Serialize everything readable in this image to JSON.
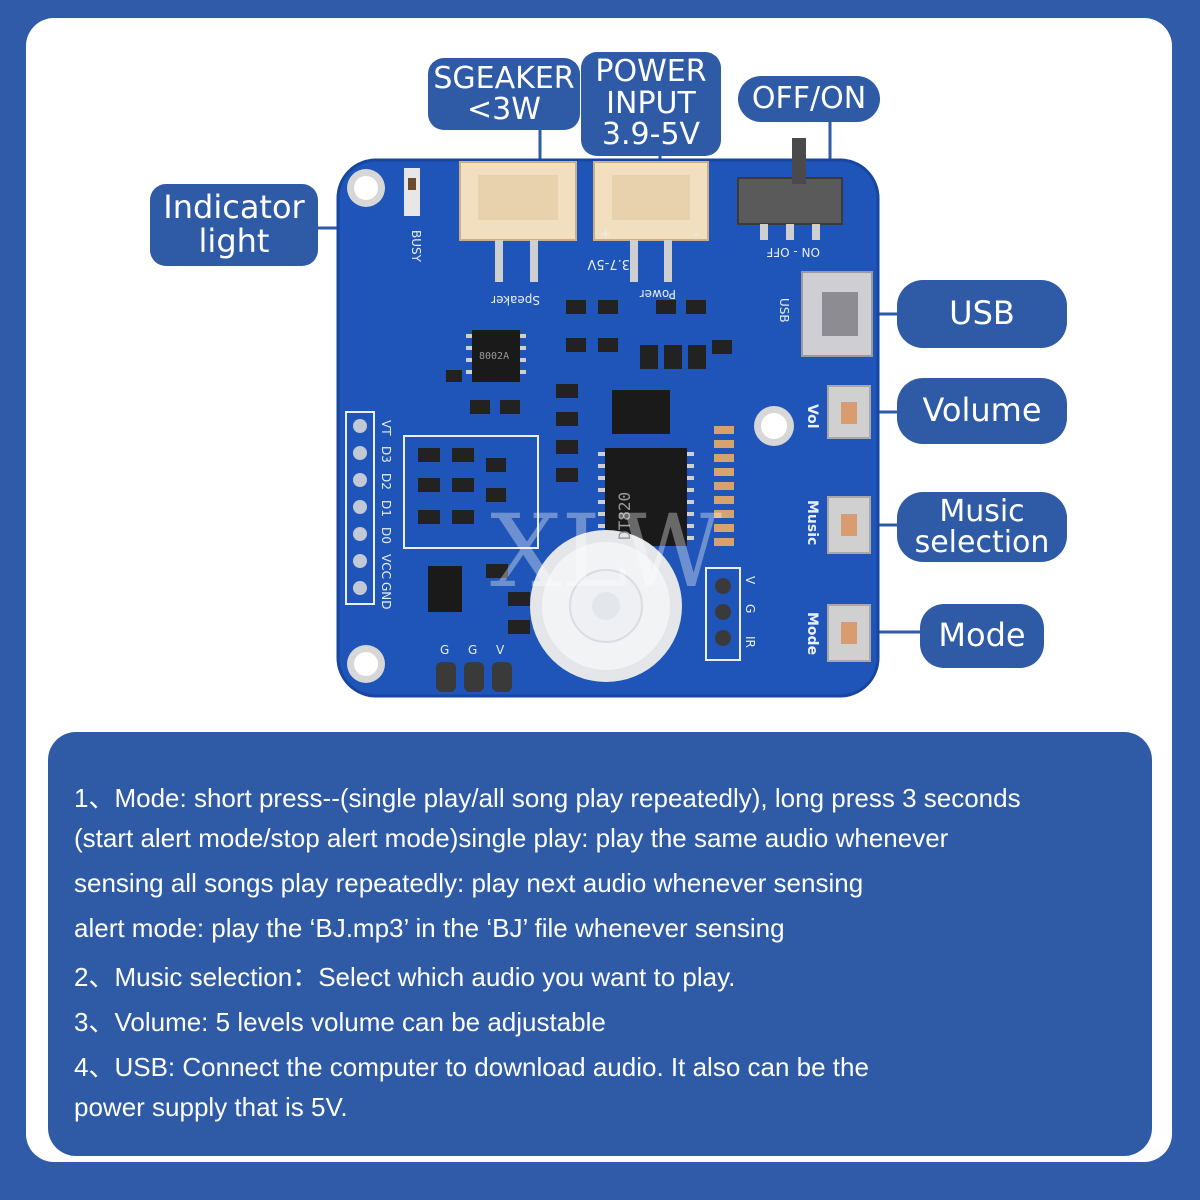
{
  "callouts": {
    "speaker": [
      "SGEAKER",
      "<3W"
    ],
    "power": [
      "POWER",
      "INPUT",
      "3.9-5V"
    ],
    "switch": "OFF/ON",
    "indicator": [
      "Indicator",
      "light"
    ],
    "usb": "USB",
    "volume": "Volume",
    "music": [
      "Music",
      "selection"
    ],
    "mode": "Mode"
  },
  "board": {
    "silk_busy": "BUSY",
    "silk_speaker": "Speaker",
    "silk_voltage": "3.7-5V",
    "silk_plus": "+",
    "silk_minus": "-",
    "silk_power": "Power",
    "silk_on_off": "ON - OFF",
    "silk_usb": "USB",
    "silk_vol": "Vol",
    "silk_music": "Music",
    "silk_mode": "Mode",
    "chip_8002": "8002A",
    "chip_dt820": "DT820",
    "pins_left": [
      "VT",
      "D3",
      "D2",
      "D1",
      "D0",
      "VCC",
      "GND"
    ],
    "pins_bottom": [
      "G",
      "G",
      "V"
    ],
    "pins_right": [
      "V",
      "G",
      "IR"
    ],
    "watermark": "XLW"
  },
  "description": {
    "lines": [
      "1、Mode: short press--(single play/all song play repeatedly), long press 3 seconds",
      " (start alert mode/stop alert mode)single play: play the same audio whenever",
      "sensing all songs play repeatedly: play next audio whenever sensing",
      "alert mode: play the ‘BJ.mp3’ in the ‘BJ’ file whenever sensing",
      "2、Music selection：Select which audio you want to play.",
      "3、Volume: 5 levels volume can be adjustable",
      "4、USB: Connect the computer to download audio. It also can be the",
      "power supply that is 5V."
    ]
  },
  "colors": {
    "background": "#2f5ba8",
    "panel": "#ffffff",
    "callout": "#2e5aa6",
    "board": "#1f55b8"
  }
}
